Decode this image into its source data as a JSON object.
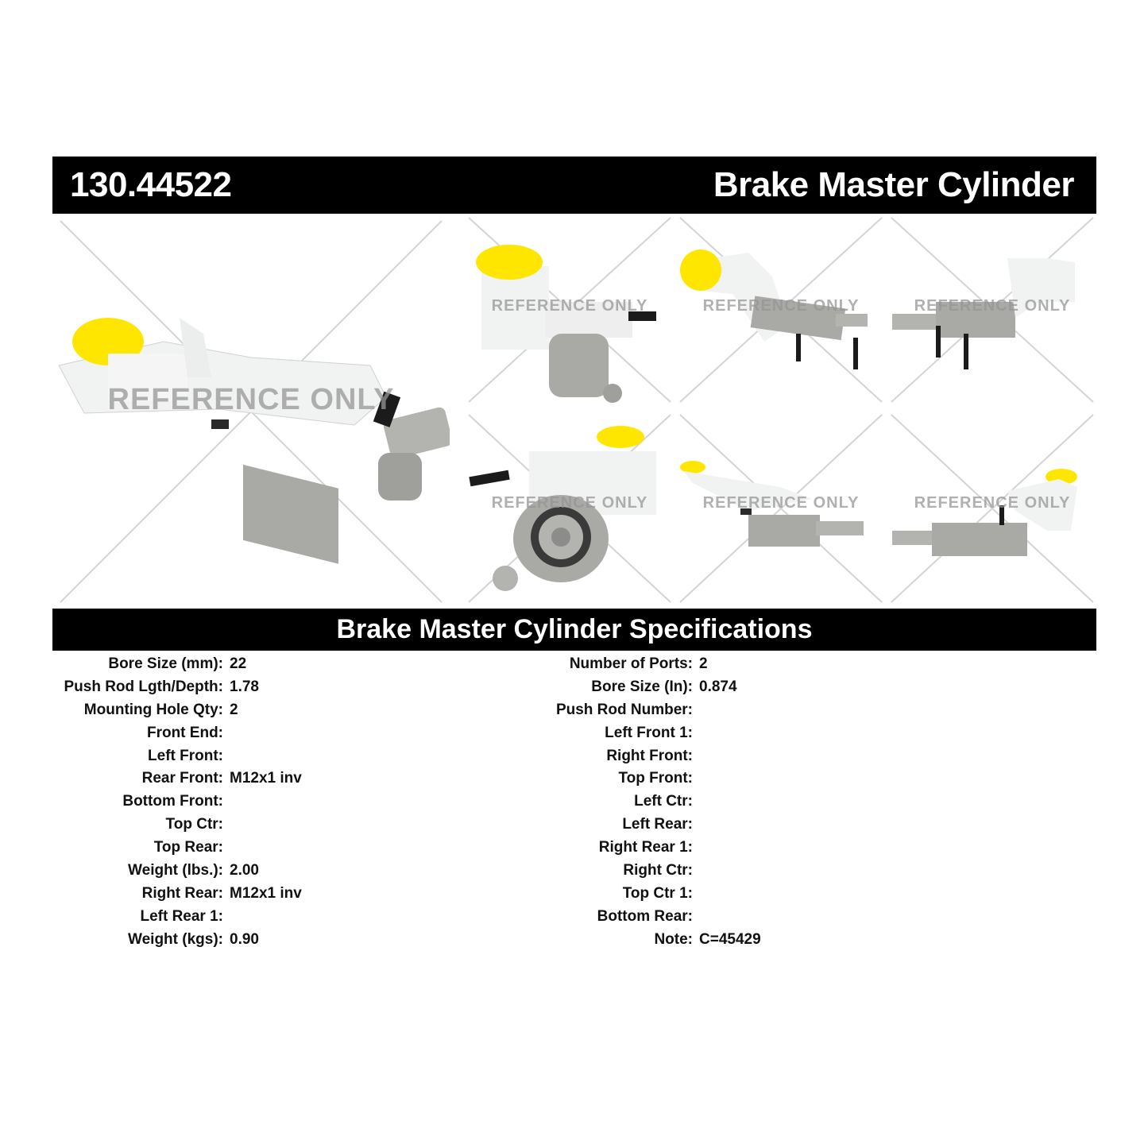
{
  "header": {
    "part_number": "130.44522",
    "product_name": "Brake Master Cylinder"
  },
  "gallery": {
    "watermark": "REFERENCE ONLY",
    "image_count": 7
  },
  "specs_title": "Brake Master Cylinder Specifications",
  "specs_left": [
    {
      "label": "Bore Size (mm):",
      "value": "22"
    },
    {
      "label": "Push Rod Lgth/Depth:",
      "value": "1.78"
    },
    {
      "label": "Mounting Hole Qty:",
      "value": "2"
    },
    {
      "label": "Front End:",
      "value": ""
    },
    {
      "label": "Left Front:",
      "value": ""
    },
    {
      "label": "Rear Front:",
      "value": "M12x1 inv"
    },
    {
      "label": "Bottom Front:",
      "value": ""
    },
    {
      "label": "Top Ctr:",
      "value": ""
    },
    {
      "label": "Top Rear:",
      "value": ""
    },
    {
      "label": "Weight (lbs.):",
      "value": "2.00"
    },
    {
      "label": "Right Rear:",
      "value": "M12x1 inv"
    },
    {
      "label": "Left Rear 1:",
      "value": ""
    },
    {
      "label": "Weight (kgs):",
      "value": "0.90"
    }
  ],
  "specs_right": [
    {
      "label": "Number of Ports:",
      "value": "2"
    },
    {
      "label": "Bore Size (In):",
      "value": "0.874"
    },
    {
      "label": "Push Rod Number:",
      "value": ""
    },
    {
      "label": "Left Front 1:",
      "value": ""
    },
    {
      "label": "Right Front:",
      "value": ""
    },
    {
      "label": "Top Front:",
      "value": ""
    },
    {
      "label": "Left Ctr:",
      "value": ""
    },
    {
      "label": "Left Rear:",
      "value": ""
    },
    {
      "label": "Right Rear 1:",
      "value": ""
    },
    {
      "label": "Right Ctr:",
      "value": ""
    },
    {
      "label": "Top Ctr 1:",
      "value": ""
    },
    {
      "label": "Bottom Rear:",
      "value": ""
    },
    {
      "label": "Note:",
      "value": "C=45429"
    }
  ],
  "colors": {
    "bar_background": "#000000",
    "bar_text": "#ffffff",
    "reservoir_cap": "#ffe600",
    "reservoir_body": "#f1f3f2",
    "cylinder_metal": "#a9a9a6",
    "watermark": "#969696"
  }
}
